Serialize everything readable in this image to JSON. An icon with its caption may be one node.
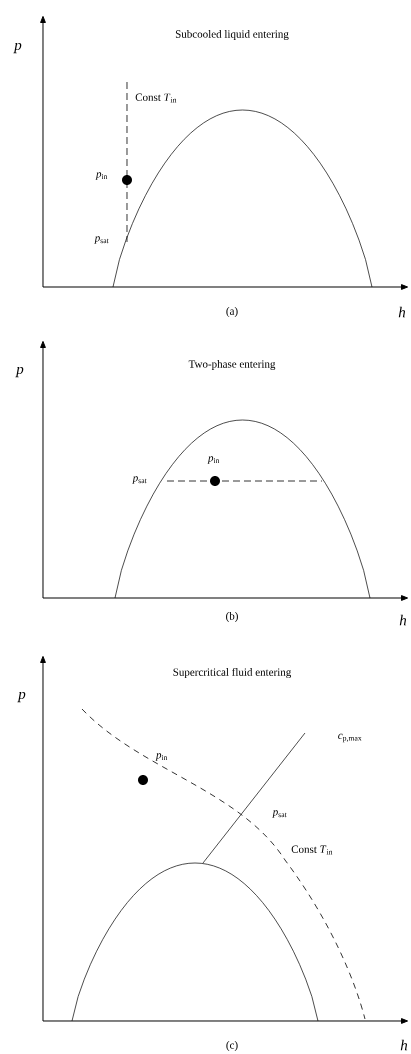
{
  "diagram": {
    "labels": [
      "p",
      "Subcooled liquid entering",
      "Const *T*$_{in}$",
      "*p*$_{in}$",
      "*p*$_{sat}$",
      "(a)",
      "h",
      "p",
      "Two-phase entering",
      "*p*$_{in}$",
      "*p*$_{sat}$",
      "(b)",
      "h",
      "p",
      "Supercritical fluid entering",
      "*c*$_{p,max}$",
      "*p*$_{in}$",
      "*p*$_{sat}$",
      "Const *T*$_{in}$",
      "(c)",
      "h"
    ]
  }
}
